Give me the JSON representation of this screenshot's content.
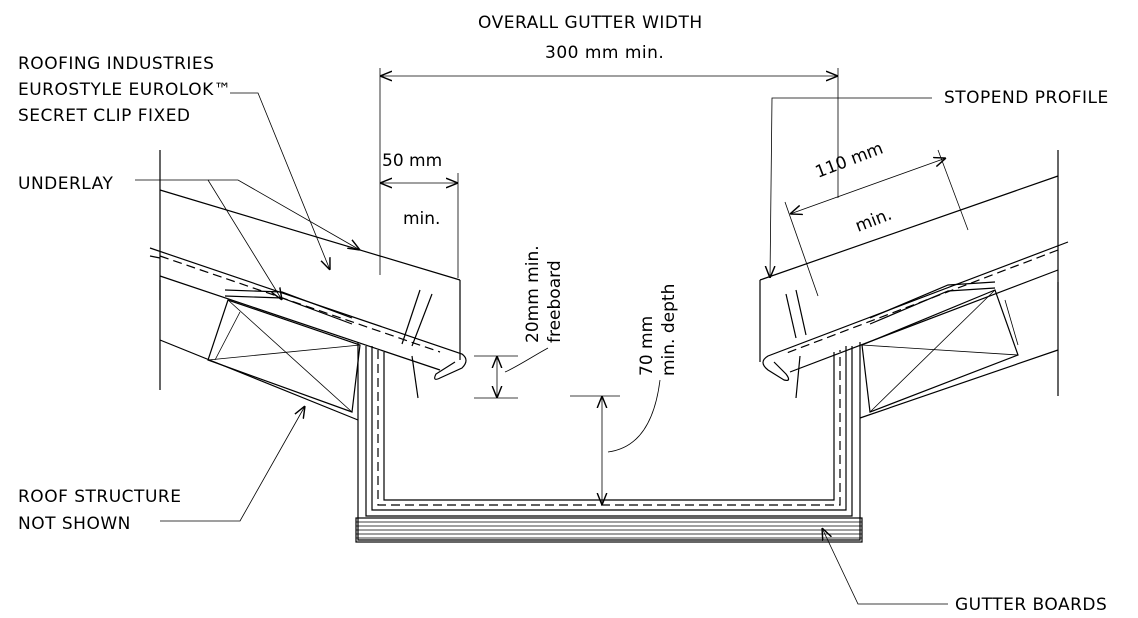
{
  "labels": {
    "overall_title": "OVERALL GUTTER WIDTH",
    "overall_value": "300 mm min.",
    "roofing_line1": "ROOFING INDUSTRIES",
    "roofing_line2": "EUROSTYLE EUROLOK™",
    "roofing_line3": "SECRET CLIP FIXED",
    "underlay": "UNDERLAY",
    "stopend": "STOPEND PROFILE",
    "roof_structure_line1": "ROOF STRUCTURE",
    "roof_structure_line2": "NOT SHOWN",
    "gutter_boards": "GUTTER BOARDS"
  },
  "dimensions": {
    "left_overlap_value": "50 mm",
    "left_overlap_min": "min.",
    "right_overlap_value": "110 mm",
    "right_overlap_min": "min.",
    "freeboard_line1": "20mm min.",
    "freeboard_line2": "freeboard",
    "depth_line1": "70 mm",
    "depth_line2": "min. depth"
  }
}
